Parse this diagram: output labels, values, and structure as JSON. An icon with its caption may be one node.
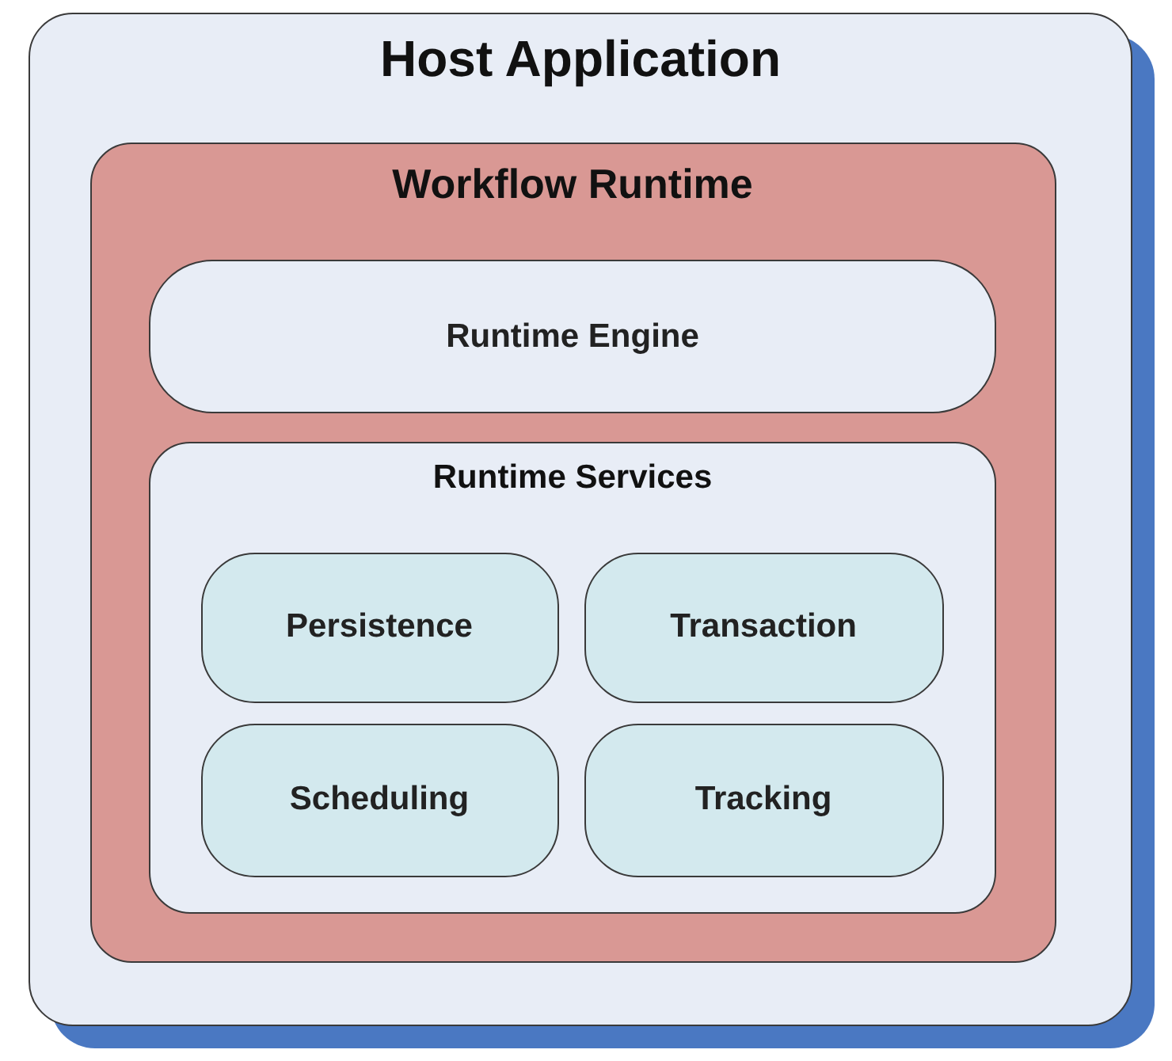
{
  "diagram": {
    "nodes": [
      {
        "text": [
          "Host Application"
        ]
      },
      {
        "text": [
          "Workflow Runtime"
        ],
        "in": 0
      },
      {
        "text": [
          "Runtime Engine"
        ],
        "in": 1
      },
      {
        "text": [
          "Runtime Services"
        ],
        "in": 1
      },
      {
        "text": [
          "Persistence"
        ],
        "in": 3
      },
      {
        "text": [
          "Transaction"
        ],
        "in": 3
      },
      {
        "text": [
          "Scheduling"
        ],
        "in": 3
      },
      {
        "text": [
          "Tracking"
        ],
        "in": 3
      }
    ]
  }
}
